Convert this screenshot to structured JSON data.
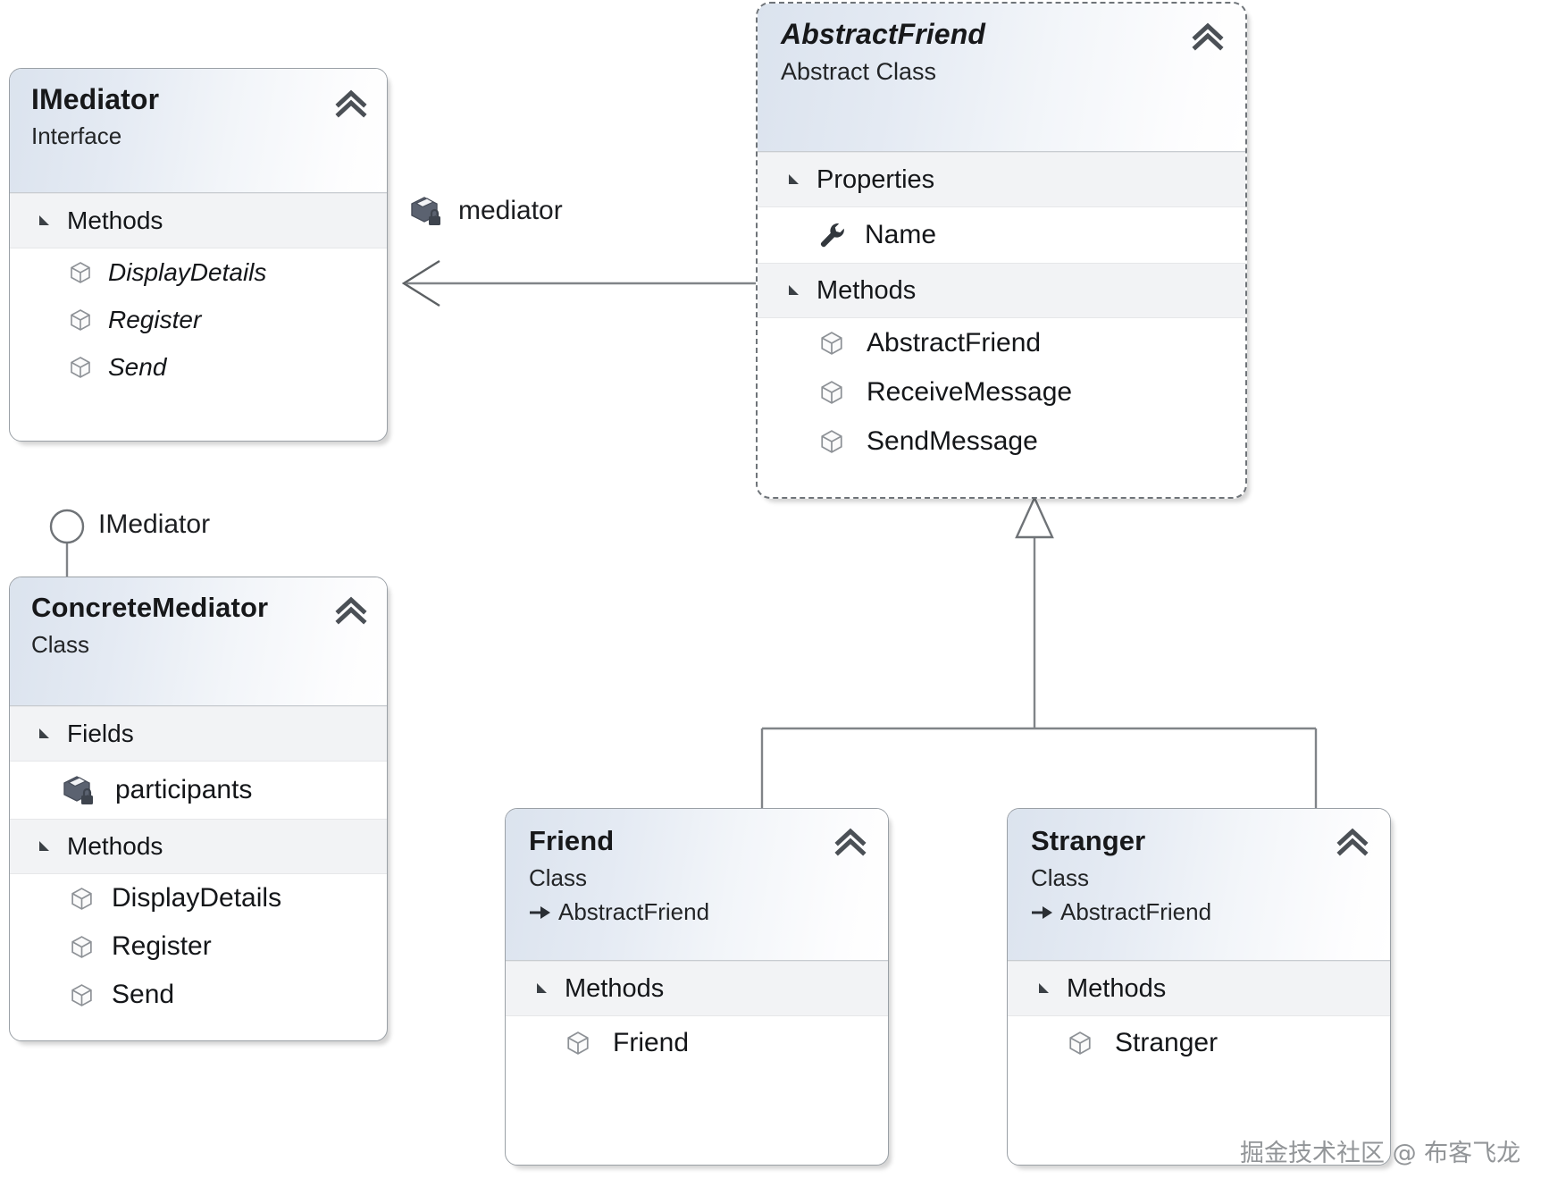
{
  "diagram": {
    "title": "Mediator pattern UML class diagram",
    "colors": {
      "header_gradient_start": "#dbe3ee",
      "header_gradient_end": "#ffffff",
      "box_border": "#9aa0a6",
      "abstract_box_border": "#6f7479",
      "section_row_bg": "#f2f3f5",
      "member_row_bg": "#ffffff",
      "text": "#17181a",
      "connector": "#808488",
      "watermark": "#8d9093"
    }
  },
  "classes": {
    "imediator": {
      "name": "IMediator",
      "stereotype": "Interface",
      "collapse_icon": "double-chevron-up-icon",
      "sections": [
        {
          "label": "Methods",
          "caret_icon": "caret-expanded-icon",
          "members": [
            {
              "label": "DisplayDetails",
              "icon": "method-cube-icon",
              "italic": true
            },
            {
              "label": "Register",
              "icon": "method-cube-icon",
              "italic": true
            },
            {
              "label": "Send",
              "icon": "method-cube-icon",
              "italic": true
            }
          ]
        }
      ]
    },
    "concrete_mediator": {
      "name": "ConcreteMediator",
      "stereotype": "Class",
      "collapse_icon": "double-chevron-up-icon",
      "implements_label": "IMediator",
      "implements_icon": "lollipop-socket-icon",
      "sections": [
        {
          "label": "Fields",
          "caret_icon": "caret-expanded-icon",
          "members": [
            {
              "label": "participants",
              "icon": "private-field-icon",
              "italic": false
            }
          ]
        },
        {
          "label": "Methods",
          "caret_icon": "caret-expanded-icon",
          "members": [
            {
              "label": "DisplayDetails",
              "icon": "method-cube-icon",
              "italic": false
            },
            {
              "label": "Register",
              "icon": "method-cube-icon",
              "italic": false
            },
            {
              "label": "Send",
              "icon": "method-cube-icon",
              "italic": false
            }
          ]
        }
      ]
    },
    "abstract_friend": {
      "name": "AbstractFriend",
      "stereotype": "Abstract Class",
      "collapse_icon": "double-chevron-up-icon",
      "sections": [
        {
          "label": "Properties",
          "caret_icon": "caret-expanded-icon",
          "members": [
            {
              "label": "Name",
              "icon": "property-wrench-icon",
              "italic": false
            }
          ]
        },
        {
          "label": "Methods",
          "caret_icon": "caret-expanded-icon",
          "members": [
            {
              "label": "AbstractFriend",
              "icon": "method-cube-icon",
              "italic": false
            },
            {
              "label": "ReceiveMessage",
              "icon": "method-cube-icon",
              "italic": false
            },
            {
              "label": "SendMessage",
              "icon": "method-cube-icon",
              "italic": false
            }
          ]
        }
      ]
    },
    "friend": {
      "name": "Friend",
      "stereotype": "Class",
      "base_class": "AbstractFriend",
      "base_icon": "inherits-arrow-icon",
      "collapse_icon": "double-chevron-up-icon",
      "sections": [
        {
          "label": "Methods",
          "caret_icon": "caret-expanded-icon",
          "members": [
            {
              "label": "Friend",
              "icon": "method-cube-icon",
              "italic": false
            }
          ]
        }
      ]
    },
    "stranger": {
      "name": "Stranger",
      "stereotype": "Class",
      "base_class": "AbstractFriend",
      "base_icon": "inherits-arrow-icon",
      "collapse_icon": "double-chevron-up-icon",
      "sections": [
        {
          "label": "Methods",
          "caret_icon": "caret-expanded-icon",
          "members": [
            {
              "label": "Stranger",
              "icon": "method-cube-icon",
              "italic": false
            }
          ]
        }
      ]
    }
  },
  "connectors": {
    "association": {
      "label": "mediator",
      "icon": "private-field-icon",
      "from": "AbstractFriend",
      "to": "IMediator",
      "arrow": "open-arrow-icon"
    },
    "inheritance": {
      "parent": "AbstractFriend",
      "children": [
        "Friend",
        "Stranger"
      ],
      "arrow": "hollow-triangle-icon"
    },
    "realization": {
      "label": "IMediator",
      "implementor": "ConcreteMediator",
      "icon": "lollipop-socket-icon"
    }
  },
  "watermark": {
    "text": "掘金技术社区 @ 布客飞龙"
  }
}
